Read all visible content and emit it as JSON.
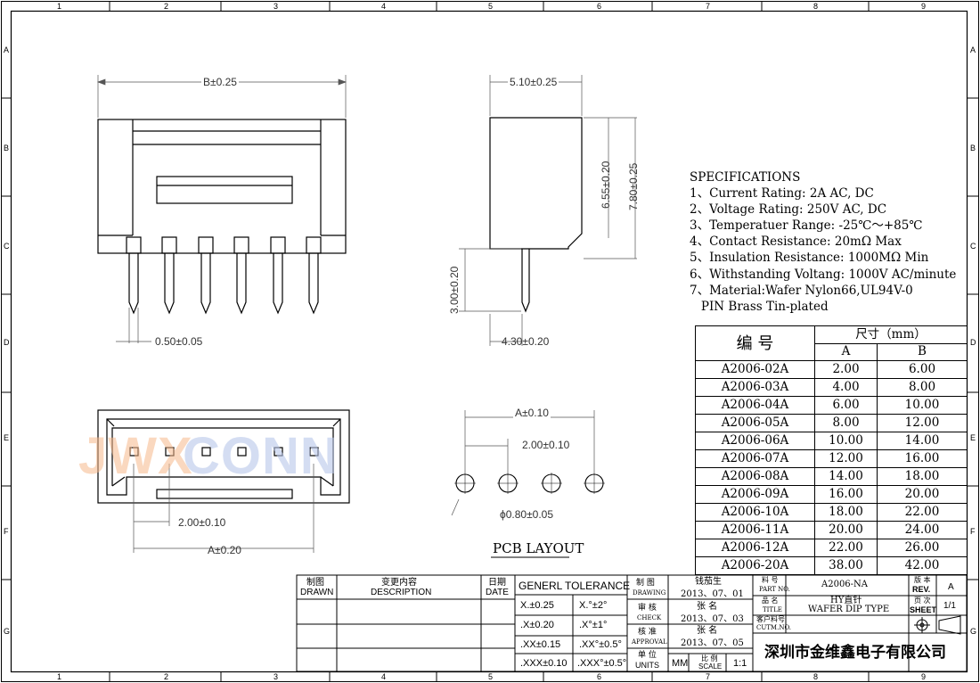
{
  "zones": {
    "top": [
      "1",
      "2",
      "3",
      "4",
      "5",
      "6",
      "7",
      "8",
      "9"
    ],
    "side": [
      "A",
      "B",
      "C",
      "D",
      "E",
      "F",
      "G"
    ]
  },
  "watermark": {
    "left": "JWX",
    "right": "CONN"
  },
  "dimensions": {
    "front_width": "B±0.25",
    "pin_width": "0.50±0.05",
    "side_width": "5.10±0.25",
    "side_h1": "6.55±0.20",
    "side_h2": "7.80±0.25",
    "pin_length": "3.00±0.20",
    "pin_offset": "4.30±0.20",
    "top_pitch": "2.00±0.10",
    "top_span": "A±0.20",
    "pcb_span": "A±0.10",
    "pcb_pitch": "2.00±0.10",
    "pcb_hole": "ϕ0.80±0.05",
    "pcb_title": "PCB LAYOUT"
  },
  "specifications": {
    "heading": "SPECIFICATIONS",
    "lines": [
      "1、Current Rating: 2A AC, DC",
      "2、Voltage Rating: 250V AC, DC",
      "3、Temperatuer Range: -25℃～+85℃",
      "4、Contact Resistance: 20mΩ  Max",
      "5、Insulation Resistance: 1000MΩ  Min",
      "6、Withstanding Voltang: 1000V AC/minute",
      "7、Material:Wafer Nylon66,UL94V-0",
      "   PIN Brass Tin-plated"
    ]
  },
  "parts_table": {
    "col_part": "编  号",
    "col_size": "尺寸（mm）",
    "col_a": "A",
    "col_b": "B",
    "rows": [
      {
        "part": "A2006-02A",
        "a": "2.00",
        "b": "6.00"
      },
      {
        "part": "A2006-03A",
        "a": "4.00",
        "b": "8.00"
      },
      {
        "part": "A2006-04A",
        "a": "6.00",
        "b": "10.00"
      },
      {
        "part": "A2006-05A",
        "a": "8.00",
        "b": "12.00"
      },
      {
        "part": "A2006-06A",
        "a": "10.00",
        "b": "14.00"
      },
      {
        "part": "A2006-07A",
        "a": "12.00",
        "b": "16.00"
      },
      {
        "part": "A2006-08A",
        "a": "14.00",
        "b": "18.00"
      },
      {
        "part": "A2006-09A",
        "a": "16.00",
        "b": "20.00"
      },
      {
        "part": "A2006-10A",
        "a": "18.00",
        "b": "22.00"
      },
      {
        "part": "A2006-11A",
        "a": "20.00",
        "b": "24.00"
      },
      {
        "part": "A2006-12A",
        "a": "22.00",
        "b": "26.00"
      },
      {
        "part": "A2006-20A",
        "a": "38.00",
        "b": "42.00"
      }
    ]
  },
  "title_block": {
    "drawn_cn": "制图",
    "drawn_en": "DRAWN",
    "desc_cn": "变更内容",
    "desc_en": "DESCRIPTION",
    "date_cn": "日期",
    "date_en": "DATE",
    "tolerance_title": "GENERL TOLERANCE",
    "tol": [
      [
        "X.±0.25",
        "X.°±2°"
      ],
      [
        ".X±0.20",
        ".X°±1°"
      ],
      [
        ".XX±0.15",
        ".XX°±0.5°"
      ],
      [
        ".XXX±0.10",
        ".XXX°±0.5°"
      ]
    ],
    "drawing_cn": "制 图",
    "drawing_en": "DRAWING",
    "drawing_name": "钱茄生",
    "drawing_date": "2013、07、01",
    "check_cn": "审 核",
    "check_en": "CHECK",
    "check_name": "张  名",
    "check_date": "2013、07、03",
    "approval_cn": "核 准",
    "approval_en": "APPROVAL",
    "approval_name": "张  名",
    "approval_date": "2013、07、05",
    "units_cn": "单 位",
    "units_en": "UNITS",
    "units_value": "MM",
    "scale_cn": "比 例",
    "scale_en": "SCALE",
    "scale_value": "1:1",
    "partno_cn": "料 号",
    "partno_en": "PART NO.",
    "partno_value": "A2006-NA",
    "title_cn": "品 名",
    "title_en": "TITLE",
    "title_value1": "HY直针",
    "title_value2": "WAFER DIP TYPE",
    "cust_cn": "客户料号",
    "cust_en": "CUTM.NO.",
    "rev_cn": "版 本",
    "rev_en": "REV.",
    "rev_value": "A",
    "sheet_cn": "页 次",
    "sheet_en": "SHEET",
    "sheet_value": "1/1",
    "company": "深圳市金维鑫电子有限公司"
  }
}
